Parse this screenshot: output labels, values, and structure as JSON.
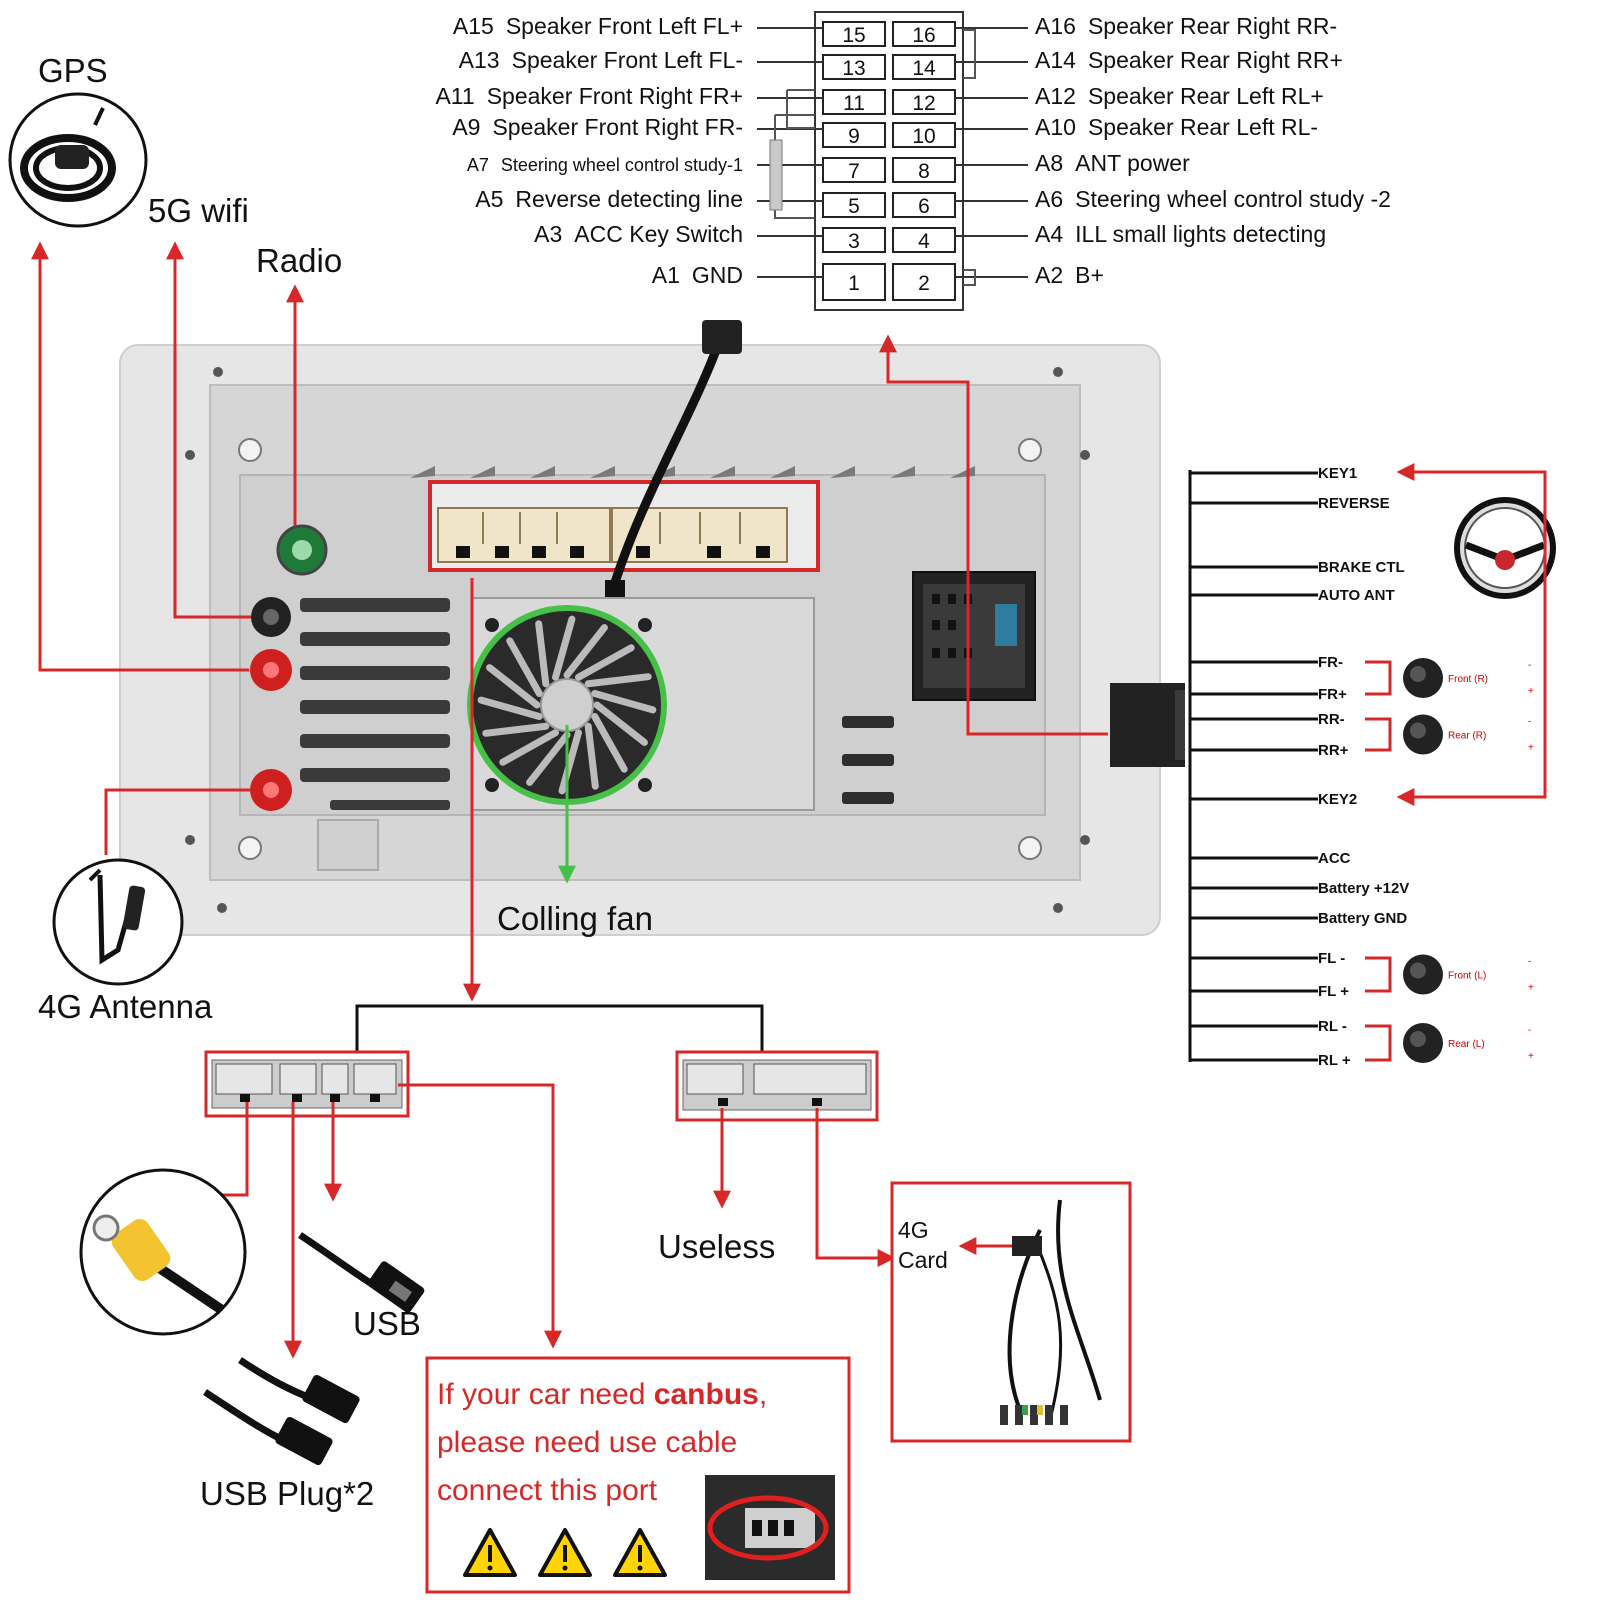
{
  "colors": {
    "accent_red": "#d62828",
    "fan_green": "#46c046",
    "panel_gray": "#d9d9d9",
    "connector_beige": "#f1e5c9"
  },
  "antennas": {
    "gps": "GPS",
    "wifi": "5G wifi",
    "radio": "Radio",
    "lte": "4G Antenna"
  },
  "fan_label": "Colling fan",
  "pins": [
    {
      "num": "15",
      "code": "A15",
      "label": "Speaker Front Left FL+"
    },
    {
      "num": "16",
      "code": "A16",
      "label": "Speaker Rear Right RR-"
    },
    {
      "num": "13",
      "code": "A13",
      "label": "Speaker Front Left FL-"
    },
    {
      "num": "14",
      "code": "A14",
      "label": "Speaker Rear Right RR+"
    },
    {
      "num": "11",
      "code": "A11",
      "label": "Speaker Front Right FR+"
    },
    {
      "num": "12",
      "code": "A12",
      "label": "Speaker Rear Left RL+"
    },
    {
      "num": "9",
      "code": "A9",
      "label": "Speaker Front Right FR-"
    },
    {
      "num": "10",
      "code": "A10",
      "label": "Speaker Rear Left RL-"
    },
    {
      "num": "7",
      "code": "A7",
      "label": "Steering wheel control study-1"
    },
    {
      "num": "8",
      "code": "A8",
      "label": "ANT power"
    },
    {
      "num": "5",
      "code": "A5",
      "label": "Reverse detecting line"
    },
    {
      "num": "6",
      "code": "A6",
      "label": "Steering wheel control study -2"
    },
    {
      "num": "3",
      "code": "A3",
      "label": "ACC Key Switch"
    },
    {
      "num": "4",
      "code": "A4",
      "label": "ILL small lights detecting"
    },
    {
      "num": "1",
      "code": "A1",
      "label": "GND"
    },
    {
      "num": "2",
      "code": "A2",
      "label": "B+"
    }
  ],
  "harness": {
    "wires": [
      "KEY1",
      "REVERSE",
      "BRAKE CTL",
      "AUTO ANT",
      "FR-",
      "FR+",
      "RR-",
      "RR+",
      "KEY2",
      "ACC",
      "Battery +12V",
      "Battery GND",
      "FL -",
      "FL +",
      "RL -",
      "RL +"
    ],
    "speakers": [
      "Front (R)",
      "Rear (R)",
      "Front (L)",
      "Rear (L)"
    ]
  },
  "outputs": {
    "usb": "USB",
    "usb_plug": "USB Plug*2",
    "useless": "Useless",
    "card": [
      "4G",
      "Card"
    ]
  },
  "canbus_note": {
    "line1_prefix": "If your car need ",
    "line1_bold": "canbus",
    "line1_suffix": ",",
    "line2": "please need use cable",
    "line3": "connect this port"
  }
}
